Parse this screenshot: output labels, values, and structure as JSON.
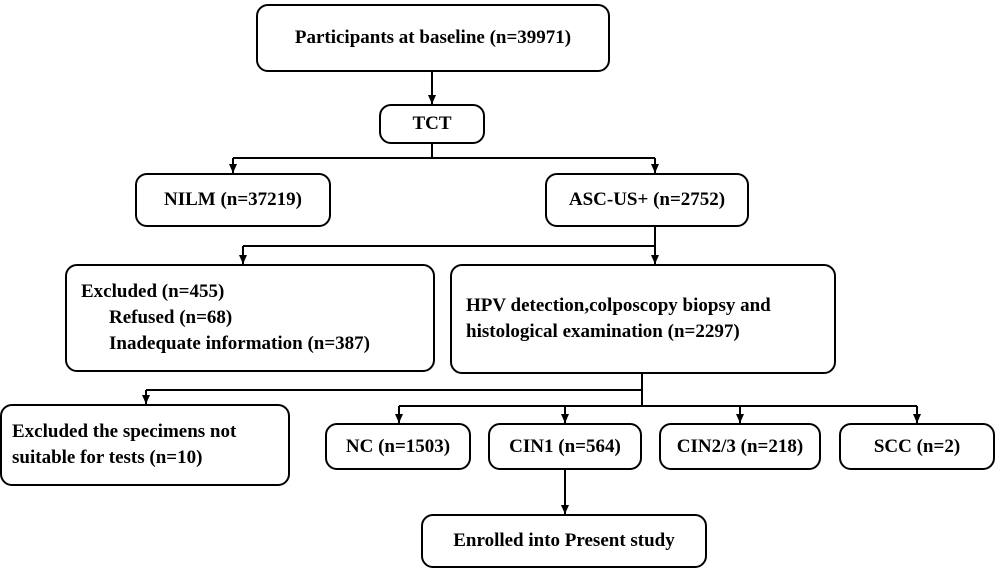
{
  "nodes": {
    "baseline": "Participants at baseline (n=39971)",
    "tct": "TCT",
    "nilm": "NILM (n=37219)",
    "ascus": "ASC-US+ (n=2752)",
    "excluded": {
      "title": "Excluded (n=455)",
      "refused": "Refused (n=68)",
      "inadequate": "Inadequate information (n=387)"
    },
    "hpv": {
      "line1": "HPV detection,colposcopy biopsy and",
      "line2": "histological examination (n=2297)"
    },
    "excluded_specimens": {
      "line1": "Excluded the specimens not",
      "line2": "suitable for tests (n=10)"
    },
    "nc": "NC (n=1503)",
    "cin1": "CIN1 (n=564)",
    "cin23": "CIN2/3 (n=218)",
    "scc": "SCC (n=2)",
    "enrolled": "Enrolled into Present study"
  }
}
